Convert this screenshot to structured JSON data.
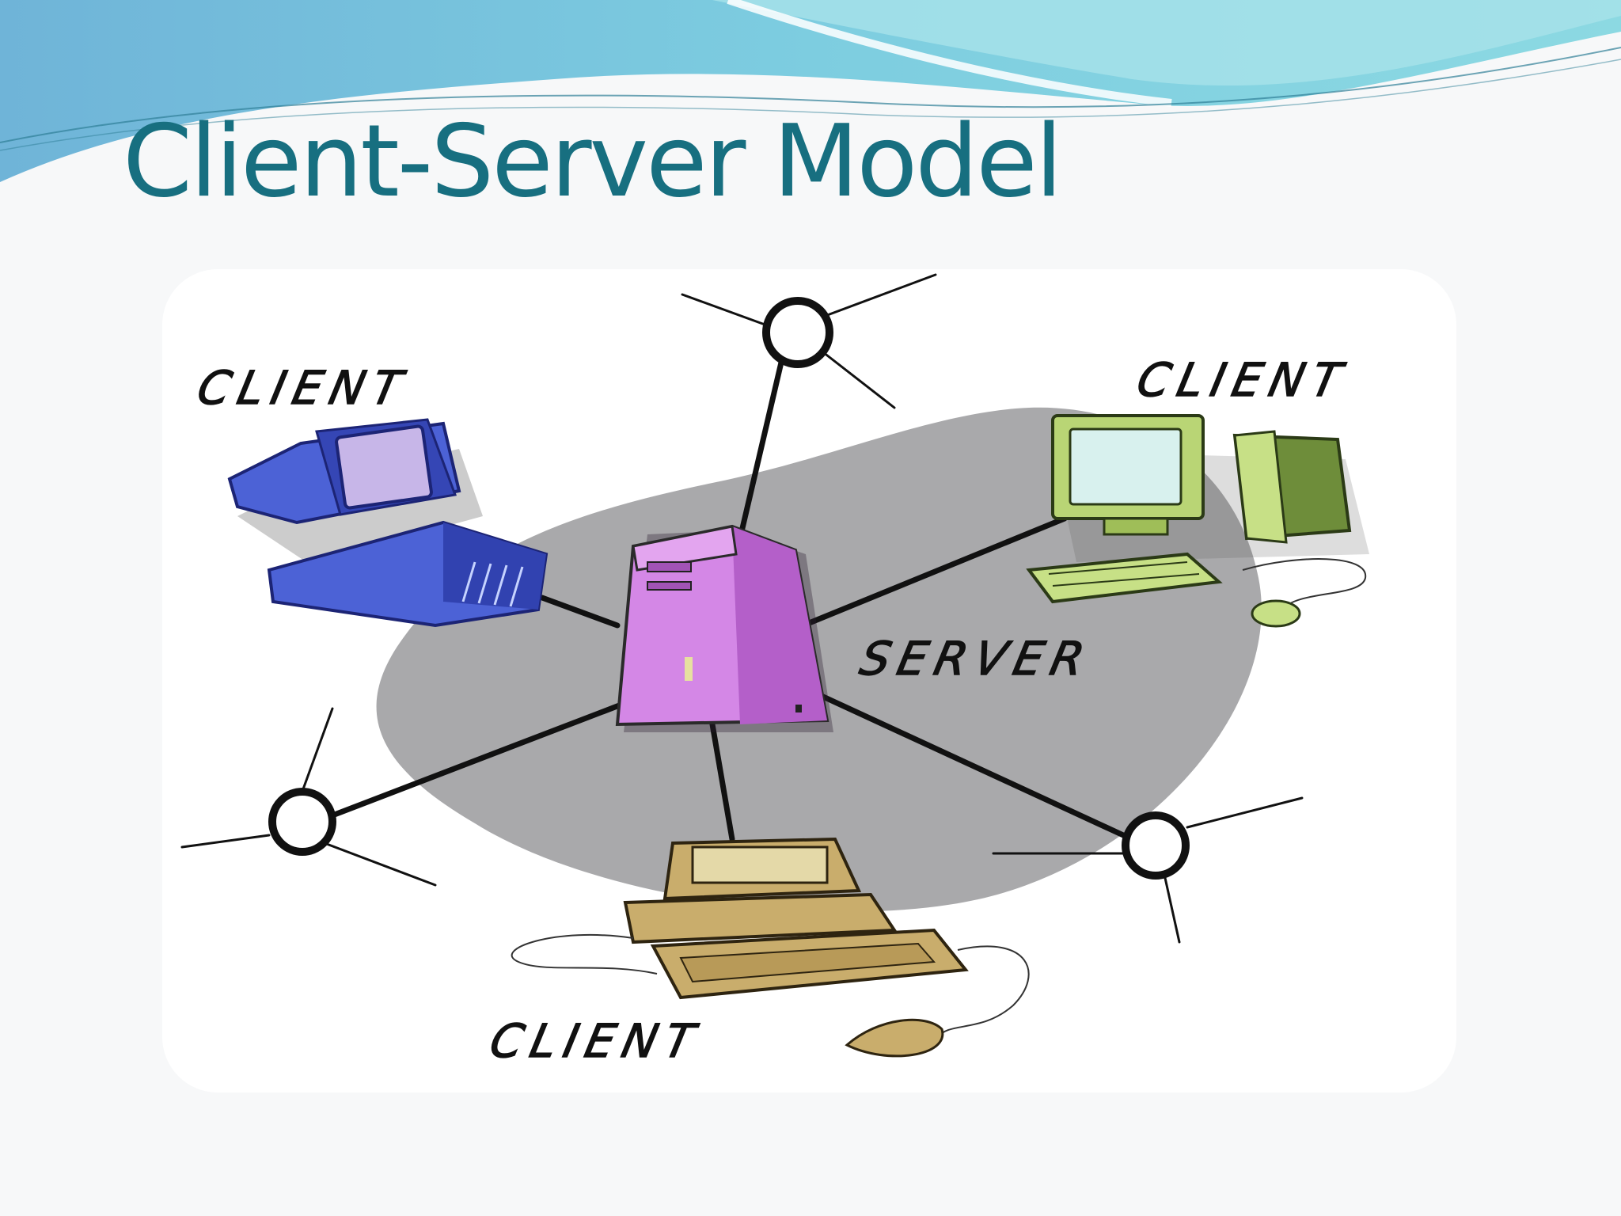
{
  "slide": {
    "title": "Client-Server Model"
  },
  "diagram": {
    "labels": {
      "client_top_left": "CLIENT",
      "client_top_right": "CLIENT",
      "client_bottom": "CLIENT",
      "server": "SERVER"
    },
    "colors": {
      "title": "#176f80",
      "header_wave": "#7ccfe0",
      "hub_shadow": "#a9a9ab",
      "server_tower": "#c777d9",
      "client_blue": "#4a63d8",
      "client_green": "#bdd87a",
      "client_tan": "#c9ad6c"
    },
    "icons": [
      "server-tower-icon",
      "desktop-computer-icon",
      "network-node-icon"
    ]
  }
}
